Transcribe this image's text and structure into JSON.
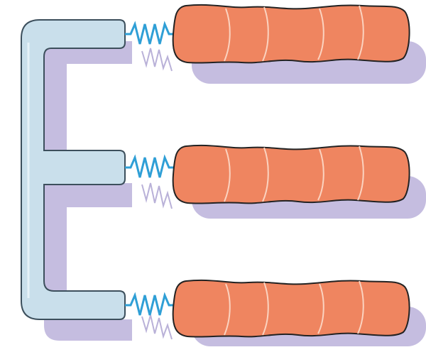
{
  "diagram": {
    "kind": "triglyceride-structure-illustration",
    "components": {
      "backbone": {
        "name": "glycerol-backbone",
        "count": 1
      },
      "linkages": {
        "name": "ester-linkage",
        "count": 3
      },
      "chains": {
        "name": "fatty-acid-chain",
        "count": 3
      }
    },
    "colors": {
      "backbone_fill": "#c9dfeb",
      "backbone_stroke": "#3c4f5c",
      "chain_fill": "#ef8560",
      "chain_stroke": "#222222",
      "chain_stripe": "#fbd3c0",
      "linkage_stroke": "#2f9fd6",
      "shadow": "#c5bde0"
    }
  }
}
